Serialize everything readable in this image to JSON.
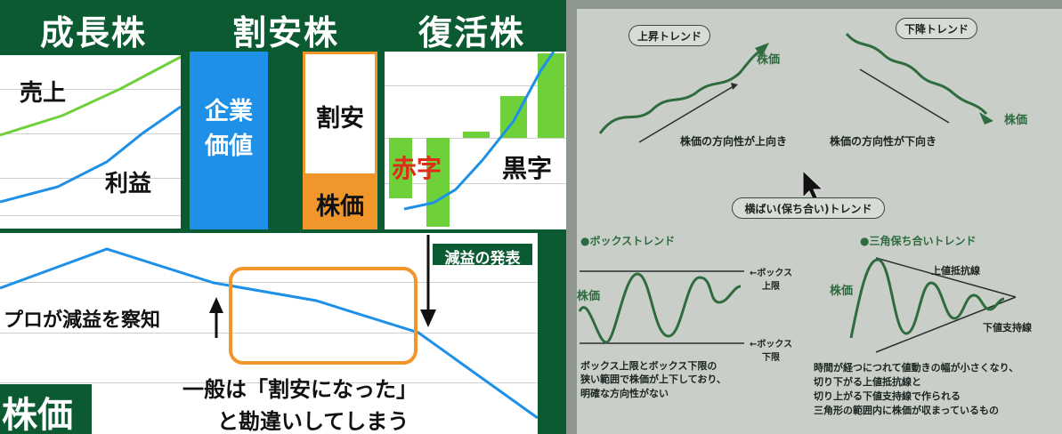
{
  "slide": {
    "headers": {
      "growth": "成長株",
      "value": "割安株",
      "recovery": "復活株"
    },
    "growth_panel": {
      "sales": "売上",
      "profit": "利益"
    },
    "value_panel": {
      "enterprise_value": "企業\n価値",
      "undervalued": "割安",
      "stock_price": "株価"
    },
    "recovery_panel": {
      "deficit": "赤字",
      "surplus": "黒字"
    },
    "bottom_panel": {
      "pro_notice": "プロが減益を察知",
      "announcement": "減益の発表",
      "misread_line1": "一般は「割安になった」",
      "misread_line2": "と勘違いしてしまう",
      "stock_price": "株価"
    },
    "colors": {
      "green_bg": "#0b5a32",
      "blue": "#1e90e8",
      "light_green": "#6fd13a",
      "orange": "#f0962a",
      "red": "#e02a1a"
    }
  },
  "book": {
    "uptrend_title": "上昇トレンド",
    "downtrend_title": "下降トレンド",
    "up_stock": "株価",
    "down_stock": "株価",
    "up_caption": "株価の方向性が上向き",
    "down_caption": "株価の方向性が下向き",
    "sideways_title": "横ばい(保ち合い)トレンド",
    "box_title": "●ボックストレンド",
    "triangle_title": "●三角保ち合いトレンド",
    "box_stock": "株価",
    "box_upper": "←ボックス\n上限",
    "box_lower": "←ボックス\n下限",
    "box_desc": "ボックス上限とボックス下限の\n狭い範囲で株価が上下しており、\n明確な方向性がない",
    "tri_stock": "株価",
    "resistance": "上値抵抗線",
    "support": "下値支持線",
    "tri_desc": "時間が経つにつれて値動きの幅が小さくなり、\n切り下がる上値抵抗線と\n切り上がる下値支持線で作られる\n三角形の範囲内に株価が収まっているもの"
  }
}
